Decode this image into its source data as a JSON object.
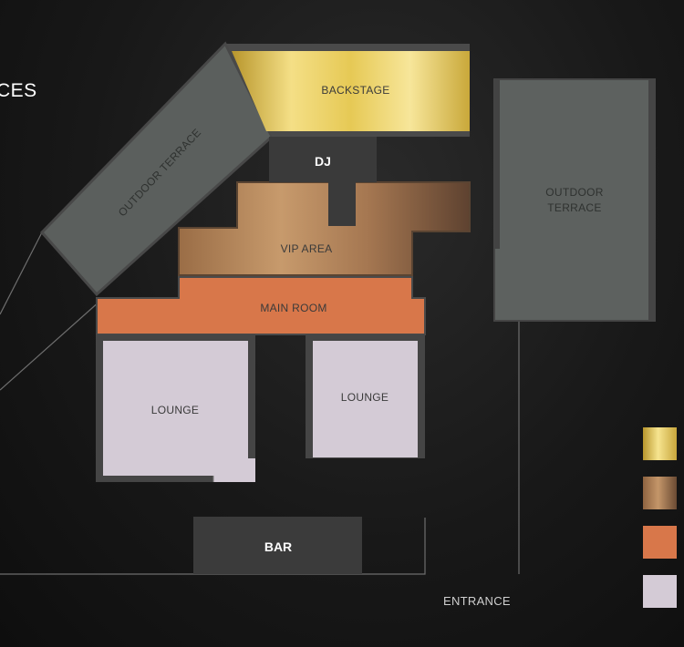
{
  "header": {
    "title_fragment": "CES"
  },
  "rooms": {
    "outdoor_terrace_left": "OUTDOOR TERRACE",
    "backstage": "BACKSTAGE",
    "dj": "DJ",
    "vip_area": "VIP AREA",
    "main_room": "MAIN ROOM",
    "lounge_left": "LOUNGE",
    "lounge_right": "LOUNGE",
    "outdoor_terrace_right_line1": "OUTDOOR",
    "outdoor_terrace_right_line2": "TERRACE",
    "bar": "BAR"
  },
  "labels": {
    "entrance": "ENTRANCE"
  },
  "colors": {
    "terrace": "#5d615f",
    "backstage": "#e9cf5a",
    "dj": "#3b3b3b",
    "vip": "#a77a4f",
    "main_room": "#d8774a",
    "lounge": "#d4cbd6",
    "bar": "#3b3b3b",
    "outline": "#454545"
  },
  "legend": [
    {
      "swatch": "gold"
    },
    {
      "swatch": "bronze"
    },
    {
      "swatch": "orange"
    },
    {
      "swatch": "lavender"
    }
  ]
}
